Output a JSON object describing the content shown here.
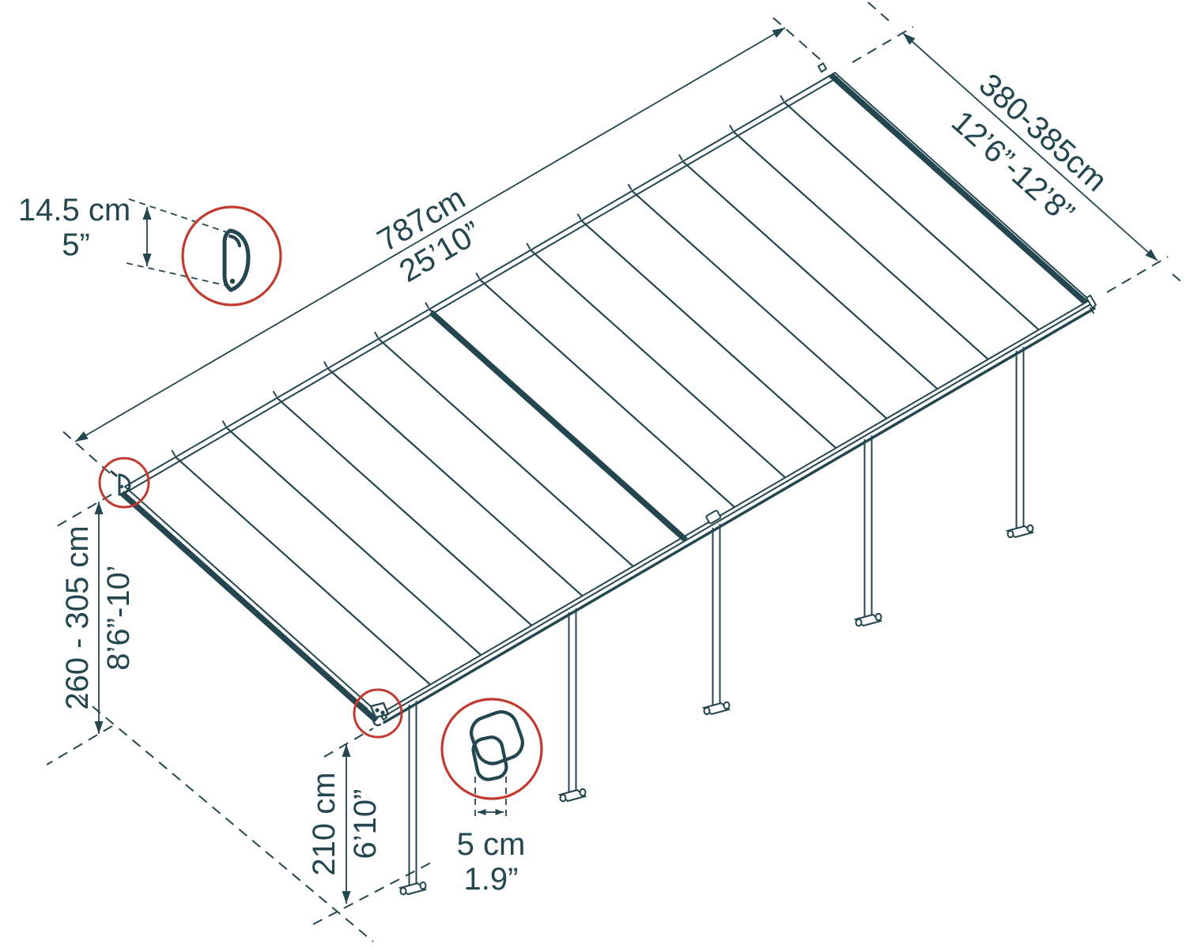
{
  "dimensions": {
    "length": {
      "metric": "787cm",
      "imperial": "25’10”"
    },
    "depth": {
      "metric": "380-385cm",
      "imperial": "12’6”-12’8”"
    },
    "rear_height": {
      "metric": "260 - 305 cm",
      "imperial": "8’6”-10’"
    },
    "front_height": {
      "metric": "210 cm",
      "imperial": "6’10”"
    },
    "gutter_profile_height": {
      "metric": "14.5 cm",
      "imperial": "5”"
    },
    "post_width": {
      "metric": "5 cm",
      "imperial": "1.9”"
    }
  },
  "colors": {
    "ink": "#24464f",
    "red": "#c03a30"
  },
  "structure": {
    "posts": 5,
    "roof_panels": 14
  }
}
